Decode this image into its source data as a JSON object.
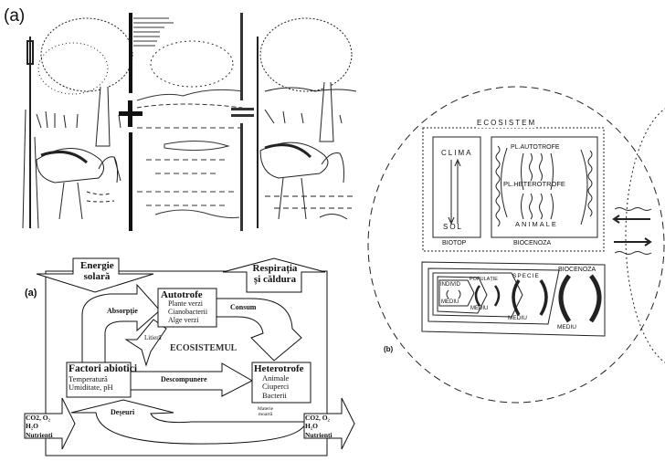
{
  "panel_top": {
    "label": "(a)",
    "icons": [
      "stork-scene-icon",
      "plus-sign-icon",
      "landscape-scene-icon",
      "equals-sign-icon",
      "stork-in-landscape-icon"
    ]
  },
  "panel_a": {
    "label": "(a)",
    "energy_in": [
      "Energie",
      "solară"
    ],
    "energy_out": [
      "Respirația",
      "și căldura"
    ],
    "autotrofe": {
      "title": "Autotrofe",
      "items": [
        "Plante verzi",
        "Cianobacterii",
        "Alge verzi"
      ]
    },
    "factori": {
      "title": "Factori abiotici",
      "items": [
        "Temperatură",
        "Umiditate, pH"
      ]
    },
    "heterotrofe": {
      "title": "Heterotrofe",
      "items": [
        "Animale",
        "Ciuperci",
        "Bacterii"
      ]
    },
    "arrows": {
      "absorptie": "Absorpție",
      "consum": "Consum",
      "litiera": "Litieră",
      "descompunere": "Descompunere",
      "deseuri": "Deșeuri",
      "materie_moarta": [
        "Materie",
        "moartă"
      ]
    },
    "center": "ECOSISTEMUL",
    "input": [
      "CO2, O₂",
      "H₂O",
      "Nutrienți"
    ],
    "output": [
      "CO2, O₂",
      "H₂O",
      "Nutrienți"
    ]
  },
  "panel_b": {
    "label": "(b)",
    "ecosistem": "ECOSISTEM",
    "biotop": {
      "label": "BIOTOP",
      "top": "CLIMA",
      "bottom": "SOL"
    },
    "biocenoza": {
      "label": "BIOCENOZA",
      "levels": [
        "PL.AUTOTROFE",
        "PL.HETEROTROFE",
        "ANIMALE"
      ]
    },
    "hierarchy": [
      {
        "name": "INDIVID",
        "env": "MEDIU"
      },
      {
        "name": "POPULAȚIE",
        "env": "MEDIU"
      },
      {
        "name": "SPECIE",
        "env": "MEDIU"
      },
      {
        "name": "BIOCENOZA",
        "env": "MEDIU"
      }
    ]
  }
}
